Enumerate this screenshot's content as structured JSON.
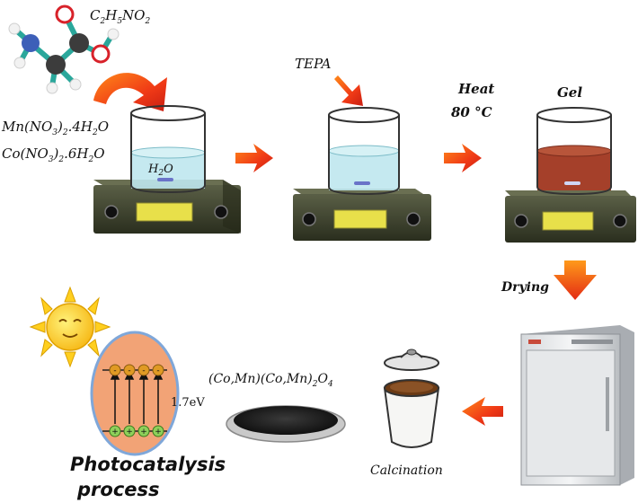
{
  "formula_top": {
    "c": "C",
    "s1": "2",
    "h": "H",
    "s2": "5",
    "no": "NO",
    "s3": "2"
  },
  "mn_nitrate": {
    "a": "Mn(NO",
    "s1": "3",
    "b": ")",
    "s2": "2",
    "c": ".4H",
    "s3": "2",
    "d": "O"
  },
  "co_nitrate": {
    "a": "Co(NO",
    "s1": "3",
    "b": ")",
    "s2": "2",
    "c": ".6H",
    "s3": "2",
    "d": "O"
  },
  "water": {
    "a": "H",
    "s1": "2",
    "b": "O"
  },
  "tepa": "TEPA",
  "heat": "Heat",
  "temp": "80 °C",
  "gel": "Gel",
  "drying": "Drying",
  "calcination": "Calcination",
  "spinel": {
    "a": "(Co,Mn)(Co,Mn)",
    "s1": "2",
    "b": "O",
    "s2": "4"
  },
  "bandgap": "1.7eV",
  "electron_sign": "-",
  "hole_sign": "+",
  "photo_line1": "Photocatalysis",
  "photo_line2": "process",
  "colors": {
    "arrow_red": "#e8261b",
    "arrow_orange": "#ff7a1a",
    "stirrer": "#3a3f2a",
    "display": "#e8e04a",
    "water_fill": "#bfe7ee",
    "gel_fill": "#a5402a",
    "ellipse_fill": "#f2a376",
    "ellipse_stroke": "#7fa7d9",
    "electron": "#e09a24",
    "hole": "#8ed05a",
    "sun": "#ffcf1f"
  }
}
